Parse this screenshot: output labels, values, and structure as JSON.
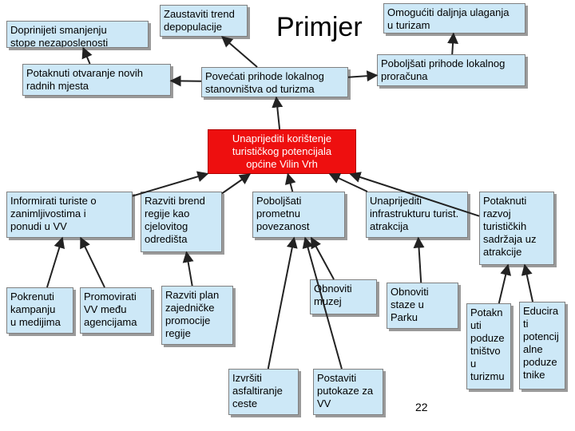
{
  "title": "Primjer",
  "page_number": "22",
  "colors": {
    "box_fill": "#cde8f7",
    "center_fill": "#ee0f0f",
    "arrow": "#222222"
  },
  "nodes": {
    "n1": "Doprinijeti smanjenju\nstope nezaposlenosti",
    "n2": "Zaustaviti trend\ndepopulacije",
    "n3": "Omogućiti daljnja ulaganja\nu turizam",
    "n4": "Potaknuti otvaranje novih\nradnih mjesta",
    "n5": "Povećati prihode lokalnog\nstanovništva od turizma",
    "n6": "Poboljšati prihode lokalnog\nproračuna",
    "n7": "Unaprijediti korištenje\nturističkog potencijala\nopćine Vilin Vrh",
    "n8": "Informirati turiste o\nzanimljivostima i\nponudi u VV",
    "n9": "Razviti brend\nregije kao\ncjelovitog\nodredišta",
    "n10": "Poboljšati\nprometnu\npovezanost",
    "n11": "Unaprijediti\ninfrastrukturu turist.\natrakcija",
    "n12": "Potaknuti\nrazvoj\nturističkih\nsadržaja uz\natrakcije",
    "n13": "Pokrenuti\nkampanju\nu medijima",
    "n14": "Promovirati\nVV među\nagencijama",
    "n15": "Razviti plan\nzajedničke\npromocije\nregije",
    "n16": "Obnoviti\nmuzej",
    "n17": "Obnoviti\nstaze u\nParku",
    "n18": "Potakn\nuti\npoduze\ntništvo\nu\nturizmu",
    "n19": "Educira\nti\npotencij\nalne\npoduze\ntnike",
    "n20": "Izvršiti\nasfaltiranje\nceste",
    "n21": "Postaviti\nputokaze za\nVV"
  },
  "edges": [
    [
      "n4",
      "n1"
    ],
    [
      "n5",
      "n2"
    ],
    [
      "n5",
      "n4"
    ],
    [
      "n6",
      "n3"
    ],
    [
      "n5",
      "n6"
    ],
    [
      "n7",
      "n5"
    ],
    [
      "n8",
      "n7"
    ],
    [
      "n9",
      "n7"
    ],
    [
      "n10",
      "n7"
    ],
    [
      "n11",
      "n7"
    ],
    [
      "n12",
      "n7"
    ],
    [
      "n13",
      "n8"
    ],
    [
      "n14",
      "n8"
    ],
    [
      "n15",
      "n9"
    ],
    [
      "n16",
      "n10"
    ],
    [
      "n17",
      "n11"
    ],
    [
      "n18",
      "n12"
    ],
    [
      "n19",
      "n12"
    ],
    [
      "n20",
      "n10"
    ],
    [
      "n21",
      "n10"
    ]
  ]
}
